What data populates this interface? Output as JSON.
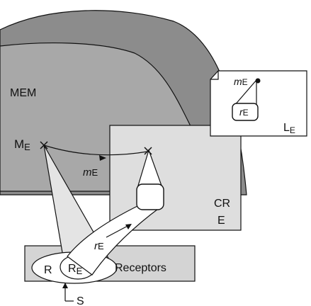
{
  "labels": {
    "mem": "MEM",
    "me_main": "M",
    "me_sub": "E",
    "me_small_main": "m",
    "me_small_sub": "E",
    "cr": "CR",
    "e_box": "E",
    "re_small_main": "r",
    "re_small_sub": "E",
    "r": "R",
    "re_main": "R",
    "re_sub": "E",
    "receptors": "Receptors",
    "s": "S",
    "le_main": "L",
    "le_sub": "E",
    "inset_me_main": "m",
    "inset_me_sub": "E",
    "inset_re_main": "r",
    "inset_re_sub": "E"
  },
  "colors": {
    "outer_shell": "#8c8c8c",
    "inner_region": "#a8a8a8",
    "cr_box": "#dedede",
    "receptor_box": "#d4d4d4",
    "beam": "#e2e2e2",
    "stroke": "#111111"
  }
}
